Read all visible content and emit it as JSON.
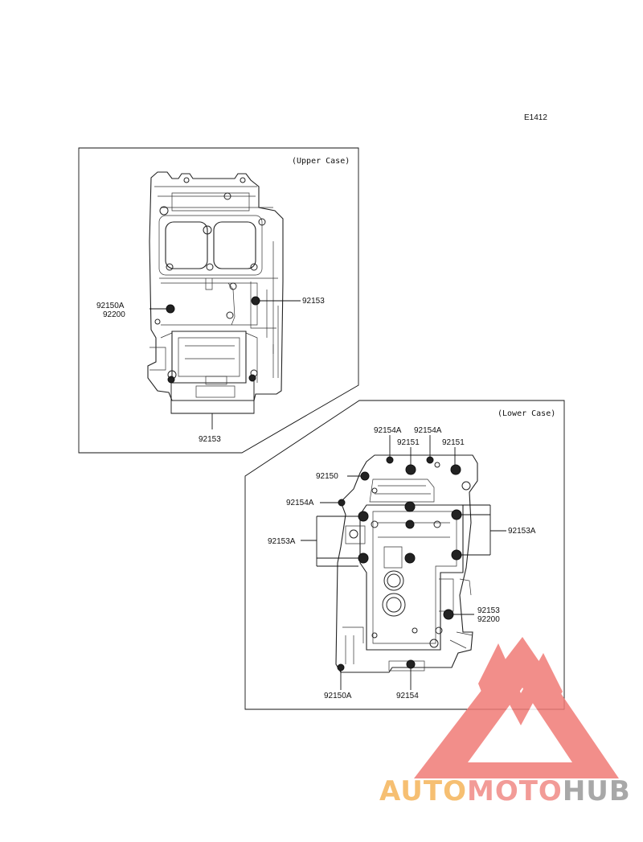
{
  "diagram_id": "E1412",
  "upper_case": {
    "caption": "(Upper Case)",
    "labels": {
      "left_a": "92150A",
      "left_b": "92200",
      "right": "92153",
      "bottom": "92153"
    }
  },
  "lower_case": {
    "caption": "(Lower Case)",
    "labels": {
      "top_1": "92154A",
      "top_2": "92154A",
      "top_3": "92151",
      "top_4": "92151",
      "left_1": "92150",
      "left_2": "92154A",
      "left_3": "92153A",
      "right_1": "92153A",
      "right_2a": "92153",
      "right_2b": "92200",
      "bottom_1": "92150A",
      "bottom_2": "92154"
    }
  },
  "watermark": {
    "part1": "AUTO",
    "part2": "MOTO",
    "part3": "HUB",
    "colors": {
      "auto": "#f5b55a",
      "moto": "#f08a86",
      "hub": "#9a9a9a",
      "triangle": "#f07b76"
    }
  }
}
